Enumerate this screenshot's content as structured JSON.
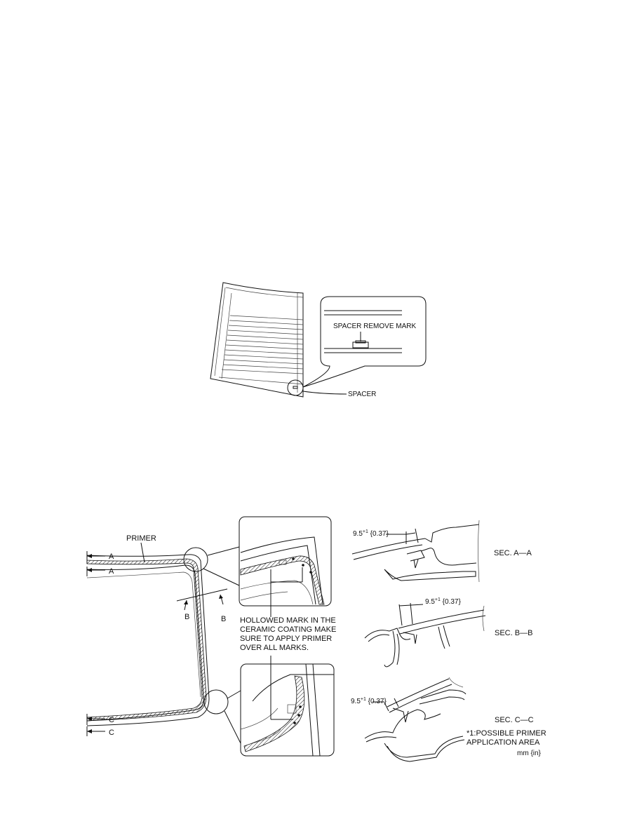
{
  "figure1": {
    "callout_label": "SPACER REMOVE MARK",
    "spacer_label": "SPACER"
  },
  "figure2": {
    "primer_label": "PRIMER",
    "section_marks": [
      "A",
      "A",
      "B",
      "B",
      "C",
      "C"
    ],
    "note_lines": [
      "HOLLOWED MARK IN THE",
      "CERAMIC COATING MAKE",
      "SURE TO APPLY PRIMER",
      "OVER ALL MARKS."
    ],
    "sections": [
      {
        "dimension_main": "9.5",
        "dimension_sup": "+1",
        "dimension_in": " {0.37}",
        "name": "SEC. A—A"
      },
      {
        "dimension_main": "9.5",
        "dimension_sup": "+1",
        "dimension_in": " {0.37}",
        "name": "SEC. B—B"
      },
      {
        "dimension_main": "9.5",
        "dimension_sup": "+1",
        "dimension_in": " {0.37}",
        "name": "SEC. C—C"
      }
    ],
    "footnote_lines": [
      "*1:POSSIBLE PRIMER",
      "APPLICATION AREA"
    ],
    "units": "mm {in}"
  }
}
